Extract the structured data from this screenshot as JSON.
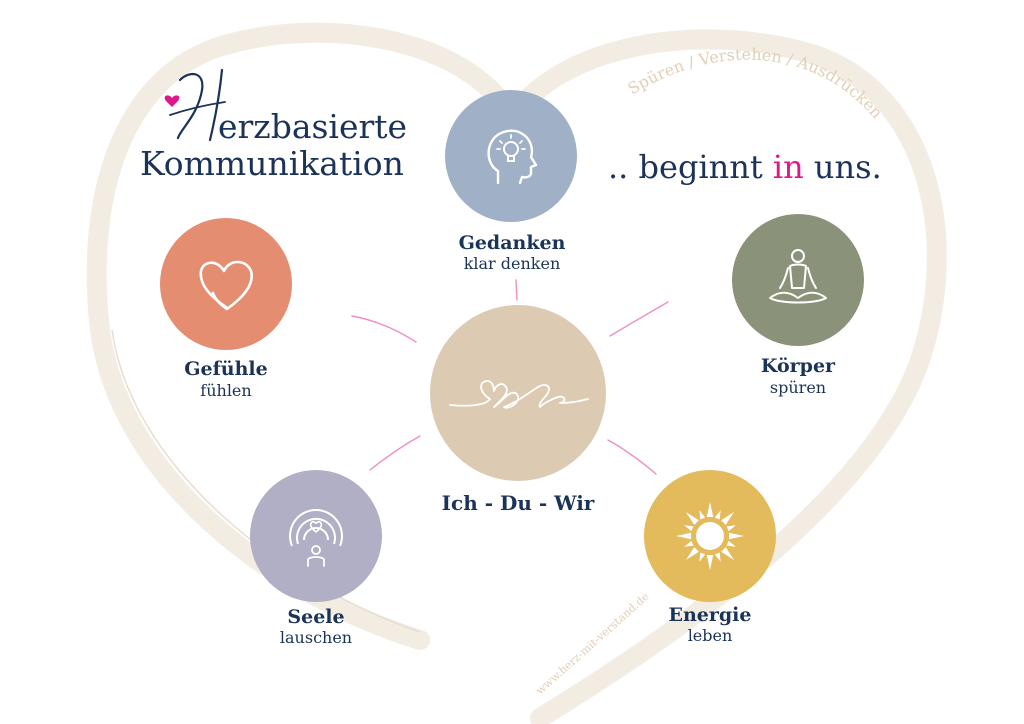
{
  "title": {
    "line1": "erzbasierte",
    "line2": "Kommunikation"
  },
  "tagline": {
    "before": ".. beginnt ",
    "highlight": "in",
    "after": " uns."
  },
  "arc_text": "Spüren / Verstehen / Ausdrücken",
  "website": "www.herz-mit-verstand.de",
  "center": {
    "label": "Ich - Du - Wir"
  },
  "nodes": {
    "gedanken": {
      "title": "Gedanken",
      "subtitle": "klar denken",
      "color": "#9fb0c7",
      "icon": "head-lightbulb-icon"
    },
    "gefuehle": {
      "title": "Gefühle",
      "subtitle": "fühlen",
      "color": "#e58d70",
      "icon": "heart-icon"
    },
    "koerper": {
      "title": "Körper",
      "subtitle": "spüren",
      "color": "#8a937a",
      "icon": "meditation-icon"
    },
    "seele": {
      "title": "Seele",
      "subtitle": "lauschen",
      "color": "#b0afc5",
      "icon": "soul-rings-icon"
    },
    "energie": {
      "title": "Energie",
      "subtitle": "leben",
      "color": "#e3ba5c",
      "icon": "sun-icon"
    }
  },
  "colors": {
    "navy": "#1b3358",
    "pink": "#e0178a",
    "heart_outline": "#f2ece3",
    "center": "#dccab2",
    "arc_text": "#e2cfb6"
  }
}
